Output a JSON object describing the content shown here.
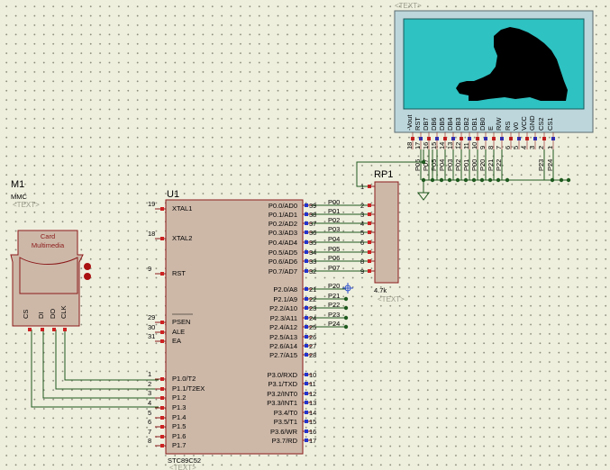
{
  "placeholder": "<TEXT>",
  "colors": {
    "wire": "#1f5a1f",
    "component_fill": "#cdb8a8",
    "component_stroke": "#8b1a1a",
    "pin_red": "#cc2222",
    "pin_blue": "#2233cc",
    "lcd_frame": "#bcd6dc",
    "lcd_screen": "#2ec2c2",
    "background": "#efefde"
  },
  "u1": {
    "ref": "U1",
    "part": "STC89C52",
    "left_pins": [
      {
        "num": "19",
        "name": "XTAL1"
      },
      {
        "num": "18",
        "name": "XTAL2"
      },
      {
        "num": "9",
        "name": "RST"
      },
      {
        "num": "29",
        "name": "PSEN"
      },
      {
        "num": "30",
        "name": "ALE"
      },
      {
        "num": "31",
        "name": "EA"
      },
      {
        "num": "1",
        "name": "P1.0/T2"
      },
      {
        "num": "2",
        "name": "P1.1/T2EX"
      },
      {
        "num": "3",
        "name": "P1.2"
      },
      {
        "num": "4",
        "name": "P1.3"
      },
      {
        "num": "5",
        "name": "P1.4"
      },
      {
        "num": "6",
        "name": "P1.5"
      },
      {
        "num": "7",
        "name": "P1.6"
      },
      {
        "num": "8",
        "name": "P1.7"
      }
    ],
    "right_pins": [
      {
        "num": "39",
        "name": "P0.0/AD0",
        "net": "P00"
      },
      {
        "num": "38",
        "name": "P0.1/AD1",
        "net": "P01"
      },
      {
        "num": "37",
        "name": "P0.2/AD2",
        "net": "P02"
      },
      {
        "num": "36",
        "name": "P0.3/AD3",
        "net": "P03"
      },
      {
        "num": "35",
        "name": "P0.4/AD4",
        "net": "P04"
      },
      {
        "num": "34",
        "name": "P0.5/AD5",
        "net": "P05"
      },
      {
        "num": "33",
        "name": "P0.6/AD6",
        "net": "P06"
      },
      {
        "num": "32",
        "name": "P0.7/AD7",
        "net": "P07"
      },
      {
        "num": "21",
        "name": "P2.0/A8",
        "net": "P20"
      },
      {
        "num": "22",
        "name": "P2.1/A9",
        "net": "P21"
      },
      {
        "num": "23",
        "name": "P2.2/A10",
        "net": "P22"
      },
      {
        "num": "24",
        "name": "P2.3/A11",
        "net": "P23"
      },
      {
        "num": "25",
        "name": "P2.4/A12",
        "net": "P24"
      },
      {
        "num": "26",
        "name": "P2.5/A13",
        "net": ""
      },
      {
        "num": "27",
        "name": "P2.6/A14",
        "net": ""
      },
      {
        "num": "28",
        "name": "P2.7/A15",
        "net": ""
      },
      {
        "num": "10",
        "name": "P3.0/RXD",
        "net": ""
      },
      {
        "num": "11",
        "name": "P3.1/TXD",
        "net": ""
      },
      {
        "num": "12",
        "name": "P3.2/INT0",
        "net": ""
      },
      {
        "num": "13",
        "name": "P3.3/INT1",
        "net": ""
      },
      {
        "num": "14",
        "name": "P3.4/T0",
        "net": ""
      },
      {
        "num": "15",
        "name": "P3.5/T1",
        "net": ""
      },
      {
        "num": "16",
        "name": "P3.6/WR",
        "net": ""
      },
      {
        "num": "17",
        "name": "P3.7/RD",
        "net": ""
      }
    ]
  },
  "rp1": {
    "ref": "RP1",
    "value": "4.7k",
    "common_pin": "1",
    "pins": [
      "2",
      "3",
      "4",
      "5",
      "6",
      "7",
      "8",
      "9"
    ]
  },
  "m1": {
    "ref": "M1",
    "part": "MMC",
    "label_line1": "Card",
    "label_line2": "Multimedia",
    "pins": [
      "CS",
      "DI",
      "DO",
      "CLK"
    ]
  },
  "lcd": {
    "pin_names": [
      "-Vout",
      "RST",
      "DB7",
      "DB6",
      "DB5",
      "DB4",
      "DB3",
      "DB2",
      "DB1",
      "DB0",
      "E",
      "R/W",
      "RS",
      "V0",
      "VCC",
      "GND",
      "CS2",
      "CS1"
    ],
    "pin_nums": [
      "18",
      "17",
      "16",
      "15",
      "14",
      "13",
      "12",
      "11",
      "10",
      "9",
      "8",
      "7",
      "6",
      "5",
      "4",
      "3",
      "2",
      "1"
    ],
    "nets": [
      "",
      "P06",
      "P07",
      "P05",
      "P04",
      "P03",
      "P02",
      "P01",
      "P00",
      "P20",
      "P21",
      "P22",
      "",
      "",
      "",
      "",
      "P23",
      "P24"
    ]
  }
}
